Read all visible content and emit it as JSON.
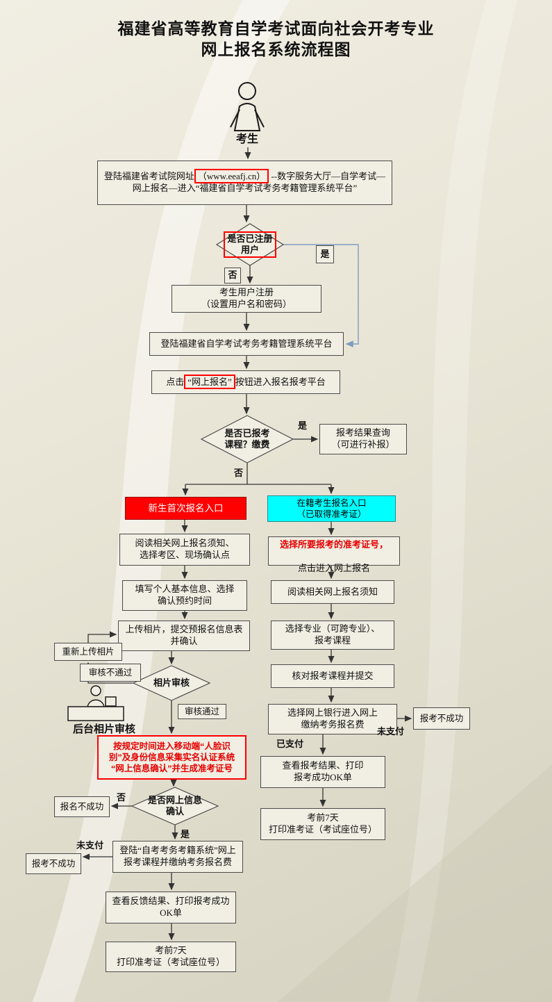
{
  "title": {
    "line1": "福建省高等教育自学考试面向社会开考专业",
    "line2": "网上报名系统流程图"
  },
  "actor": {
    "label": "考生"
  },
  "colors": {
    "highlight_red": "#ff0000",
    "new_entry_bg": "#ff0000",
    "existing_entry_bg": "#00ffff",
    "connector": "#333333",
    "alt_connector_blue": "#7f9cc0",
    "box_fill": "#f1eee3"
  },
  "nodes": {
    "login": {
      "pre": "登陆福建省考试院网址",
      "url": "（www.eeafj.cn）",
      "post": " --数字服务大厅—自学考试—\n网上报名—进入“福建省自学考试考务考籍管理系统平台”"
    },
    "d_registered": {
      "text": "是否已注册\n用户"
    },
    "register": {
      "text": "考生用户注册\n（设置用户名和密码）"
    },
    "platform": {
      "text": "登陆福建省自学考试考务考籍管理系统平台"
    },
    "click_online": {
      "pre": "点击",
      "hl": "“网上报名”",
      "post": "按钮进入报名报考平台"
    },
    "d_enrolled": {
      "text": "是否已报考\n课程？缴费"
    },
    "result_query": {
      "text": "报考结果查询\n（可进行补报）"
    },
    "entry_new": {
      "text": "新生首次报名入口"
    },
    "entry_existing": {
      "text": "在籍考生报名入口\n（已取得准考证）"
    },
    "l_read": {
      "text": "阅读相关网上报名须知、\n选择考区、现场确认点"
    },
    "l_fill": {
      "text": "填写个人基本信息、选择\n确认预约时间"
    },
    "l_upload": {
      "text": "上传相片，提交预报名信息表\n并确认"
    },
    "l_reupload": {
      "text": "重新上传相片"
    },
    "l_audit_fail": {
      "text": "审核不通过"
    },
    "d_photo": {
      "text": "相片审核"
    },
    "l_audit_pass": {
      "text": "审核通过"
    },
    "backstage": {
      "text": "后台相片审核"
    },
    "face_auth": {
      "text": "按规定时间进入移动端“人脸识\n别”及身份信息采集实名认证系统\n“网上信息确认”并生成准考证号"
    },
    "d_confirm": {
      "text": "是否网上信息\n确认"
    },
    "l_fail_sign": {
      "text": "报名不成功"
    },
    "l_pay": {
      "text": "登陆“自考考务考籍系统”网上\n报考课程并缴纳考务报名费"
    },
    "l_fail_enroll": {
      "text": "报考不成功"
    },
    "l_result": {
      "text": "查看反馈结果、打印报考成功\nOK单"
    },
    "l_print": {
      "text": "考前7天\n打印准考证（考试座位号）"
    },
    "r_choose": {
      "line1": "选择所要报考的准考证号，",
      "line2": "点击进入网上报名"
    },
    "r_read": {
      "text": "阅读相关网上报名须知"
    },
    "r_major": {
      "text": "选择专业（可跨专业）、\n报考课程"
    },
    "r_check": {
      "text": "核对报考课程并提交"
    },
    "r_bank": {
      "text": "选择网上银行进入网上\n缴纳考务报名费"
    },
    "r_fail_enroll": {
      "text": "报考不成功"
    },
    "r_result": {
      "text": "查看报考结果、打印\n报考成功OK单"
    },
    "r_print": {
      "text": "考前7天\n打印准考证（考试座位号）"
    }
  },
  "edge_labels": {
    "yes": "是",
    "no": "否",
    "paid": "已支付",
    "unpaid": "未支付"
  }
}
